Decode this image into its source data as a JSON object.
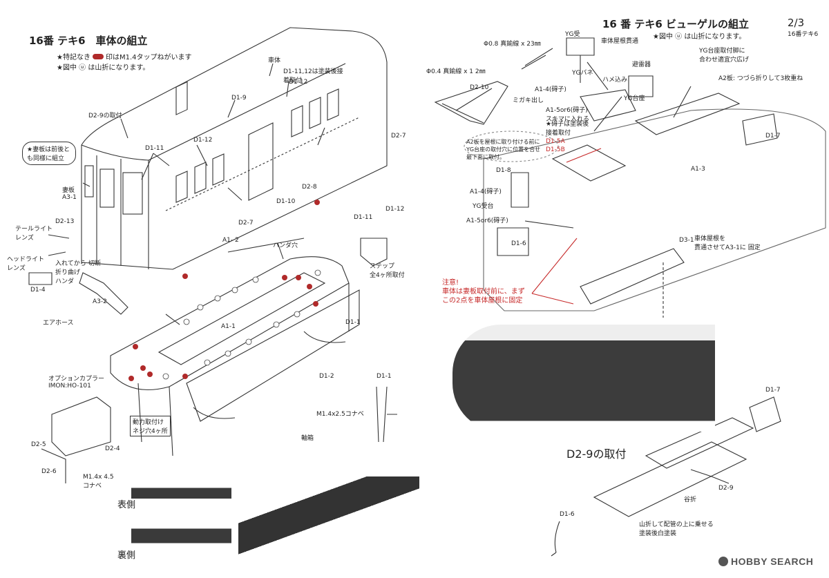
{
  "left": {
    "title": "16番 テキ6　車体の組立",
    "note1_pre": "★特記なき",
    "note1_post": "印はM1.4タップねがいます",
    "note2": "★図中 ⓤ は山折になります。",
    "box_note": "★妻板は前後とも同様に組立",
    "labels": {
      "d29": "D2-9の取付",
      "body": "車体",
      "d1_11_12": "D1-11,12は塗装後接着取付",
      "d1_12a": "D1-12",
      "d1_9": "D1-9",
      "d1_11a": "D1-11",
      "d1_12b": "D1-12",
      "a3_1": "妻板\nA3-1",
      "d2_13": "D2-13",
      "taillight": "テールライト\nレンズ",
      "headlight": "ヘッドライト\nレンズ",
      "cut": "切断",
      "insert": "入れてから\n折り曲げ\nハンダ",
      "d1_4": "D1-4",
      "a3_2": "A3-2",
      "airhose": "エアホース",
      "d2_7a": "D2-7",
      "d2_7b": "D2-7",
      "d2_8": "D2-8",
      "d1_10": "D1-10",
      "d1_11b": "D1-11",
      "d1_12c": "D1-12",
      "a1_2": "A1- 2",
      "solder": "ハンダ穴",
      "step": "ステップ\n全4ヶ所取付",
      "a1_1": "A1-1",
      "d1_1a": "D1-1",
      "d1_2": "D1-2",
      "d1_1b": "D1-1",
      "screw": "M1.4x2.5コナベ",
      "coupler": "オプションカプラー\nIMON:HO-101",
      "power": "動力取付け\nネジ穴4ヶ所",
      "axlebox": "軸箱",
      "d2_5": "D2-5",
      "d2_4": "D2-4",
      "d2_6": "D2-6",
      "m14": "M1.4x 4.5\nコナベ",
      "front": "表側",
      "back": "裏側"
    }
  },
  "right": {
    "title": "16 番 テキ6 ビューゲルの組立",
    "page": "2/3",
    "page_sub": "16番テキ6",
    "note": "★図中 ⓤ は山折になります。",
    "labels": {
      "wire08": "Φ0.8 真鍮線 x 23㎜",
      "wire04": "Φ0.4 真鍮線 x 1 2㎜",
      "yg_recv": "YG受",
      "roof_thru": "車体屋根貫通",
      "yg_spring": "YGバネ",
      "hame": "ハメ込み",
      "arrester": "避雷器",
      "yg_hole": "YG台座取付脚に\n合わせ適宜穴広げ",
      "a2plate": "A2板: つづら折りして3枚重ね",
      "d2_10": "D2-10",
      "migaki": "ミガキ出し",
      "a1_4a": "A1-4(碍子)",
      "yg_base": "YG台座",
      "a1_5a": "A1-5or6(碍子)\nスキマに入れる",
      "glue": "★碍子は塗装後\n接着取付",
      "d1_7a": "D1-7",
      "dash_box": "A2板を屋根に取り付ける前に\nYG台座の取付穴に位置を合せ\n最下面に取付。",
      "d1_5a": "D1-5A",
      "d1_5b": "D1-5B",
      "d1_8": "D1-8",
      "a1_3": "A1-3",
      "a1_4b": "A1-4(碍子)",
      "yg_base2": "YG受台",
      "a1_5b": "A1-5or6(碍子)",
      "d1_6a": "D1-6",
      "d3_1": "D3-1",
      "roof_fix": "車体屋根を\n貫通させてA3-1に 固定",
      "caution": "注意!\n車体は妻板取付前に、まず\nこの2点を車体屋根に固定",
      "d29_title": "D2-9の取付",
      "d1_7b": "D1-7",
      "d2_9": "D2-9",
      "valley": "谷折",
      "d1_6b": "D1-6",
      "mountain": "山折して配管の上に乗せる\n塗装後白塗装"
    }
  },
  "brand": {
    "logo": "HOBBY SEARCH",
    "colors": {
      "accent_red": "#c62828",
      "marker_red": "#b02a2a",
      "ink": "#222222"
    }
  }
}
